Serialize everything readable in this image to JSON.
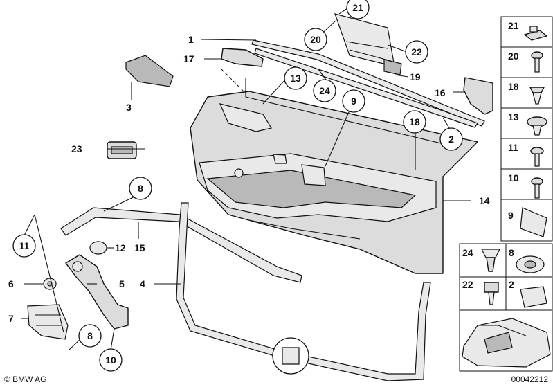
{
  "diagram": {
    "callouts": {
      "c1": "1",
      "c2": "2",
      "c3": "3",
      "c4": "4",
      "c5": "5",
      "c6": "6",
      "c7": "7",
      "c8a": "8",
      "c8b": "8",
      "c9": "9",
      "c10": "10",
      "c11": "11",
      "c12": "12",
      "c13": "13",
      "c14": "14",
      "c15": "15",
      "c16": "16",
      "c17": "17",
      "c18": "18",
      "c19": "19",
      "c20": "20",
      "c21": "21",
      "c22": "22",
      "c23": "23",
      "c24": "24"
    },
    "sidebar": {
      "s21": "21",
      "s20": "20",
      "s18": "18",
      "s13": "13",
      "s11": "11",
      "s10": "10",
      "s9": "9",
      "s24": "24",
      "s8": "8",
      "s22": "22",
      "s2": "2"
    },
    "footer": {
      "copyright": "© BMW AG",
      "diagram_id": "00042212"
    }
  }
}
